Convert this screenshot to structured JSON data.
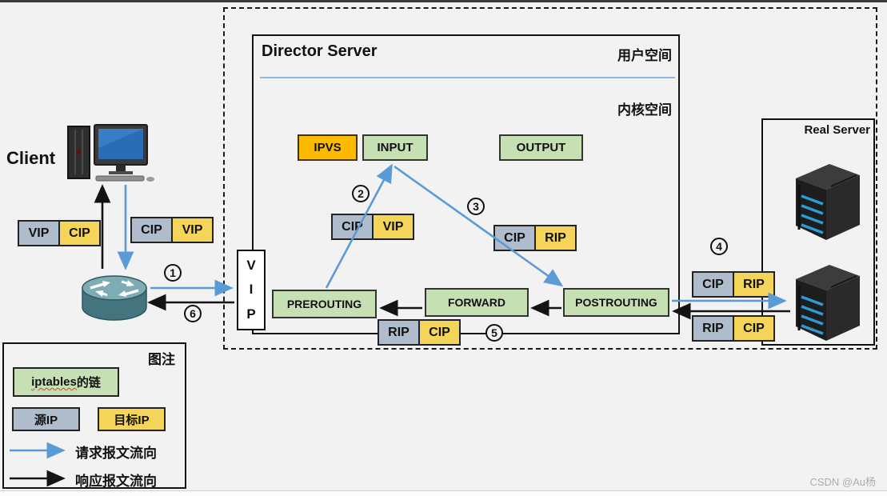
{
  "watermark": "CSDN @Au杨",
  "client": {
    "label": "Client"
  },
  "director": {
    "title": "Director Server",
    "user_space_label": "用户空间",
    "kernel_space_label": "内核空间",
    "chains": {
      "ipvs": "IPVS",
      "input": "INPUT",
      "output": "OUTPUT",
      "prerouting": "PREROUTING",
      "forward": "FORWARD",
      "postrouting": "POSTROUTING"
    }
  },
  "real_server": {
    "title": "Real Server"
  },
  "vip_box": {
    "l1": "V",
    "l2": "I",
    "l3": "P"
  },
  "packets": {
    "client_response": {
      "src": "VIP",
      "dst": "CIP"
    },
    "client_request": {
      "src": "CIP",
      "dst": "VIP"
    },
    "to_input": {
      "src": "CIP",
      "dst": "VIP"
    },
    "to_postrouting": {
      "src": "CIP",
      "dst": "RIP"
    },
    "director_bottom": {
      "src": "RIP",
      "dst": "CIP"
    },
    "rs_request": {
      "src": "CIP",
      "dst": "RIP"
    },
    "rs_response": {
      "src": "RIP",
      "dst": "CIP"
    }
  },
  "steps": {
    "s1": "1",
    "s2": "2",
    "s3": "3",
    "s4": "4",
    "s5": "5",
    "s6": "6"
  },
  "legend": {
    "title": "图注",
    "chain_label_en": "iptables",
    "chain_label_zh": "的链",
    "source_ip": "源IP",
    "dest_ip": "目标IP",
    "request_flow": "请求报文流向",
    "response_flow": "响应报文流向"
  },
  "colors": {
    "request_arrow": "#5B9BD5",
    "response_arrow": "#141414",
    "chain_box": "#C6E0B4",
    "ipvs_box": "#FCBB00",
    "source_ip_cell": "#AEBCCB",
    "dest_ip_cell": "#F5D45A"
  }
}
